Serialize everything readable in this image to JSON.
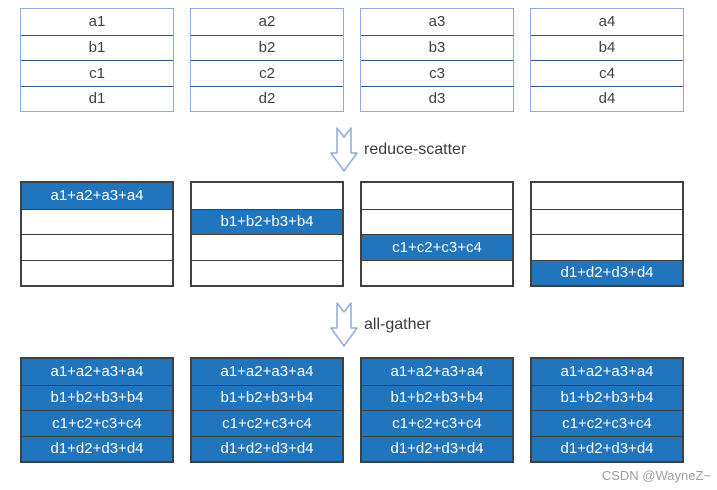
{
  "stages": {
    "initial": {
      "tables": [
        {
          "cells": [
            "a1",
            "b1",
            "c1",
            "d1"
          ]
        },
        {
          "cells": [
            "a2",
            "b2",
            "c2",
            "d2"
          ]
        },
        {
          "cells": [
            "a3",
            "b3",
            "c3",
            "d3"
          ]
        },
        {
          "cells": [
            "a4",
            "b4",
            "c4",
            "d4"
          ]
        }
      ]
    },
    "reduce_scatter": {
      "arrow_label": "reduce-scatter",
      "tables": [
        {
          "highlight_row": 0,
          "cells": [
            "a1+a2+a3+a4",
            "",
            "",
            ""
          ]
        },
        {
          "highlight_row": 1,
          "cells": [
            "",
            "b1+b2+b3+b4",
            "",
            ""
          ]
        },
        {
          "highlight_row": 2,
          "cells": [
            "",
            "",
            "c1+c2+c3+c4",
            ""
          ]
        },
        {
          "highlight_row": 3,
          "cells": [
            "",
            "",
            "",
            "d1+d2+d3+d4"
          ]
        }
      ]
    },
    "all_gather": {
      "arrow_label": "all-gather",
      "tables": [
        {
          "cells": [
            "a1+a2+a3+a4",
            "b1+b2+b3+b4",
            "c1+c2+c3+c4",
            "d1+d2+d3+d4"
          ]
        },
        {
          "cells": [
            "a1+a2+a3+a4",
            "b1+b2+b3+b4",
            "c1+c2+c3+c4",
            "d1+d2+d3+d4"
          ]
        },
        {
          "cells": [
            "a1+a2+a3+a4",
            "b1+b2+b3+b4",
            "c1+c2+c3+c4",
            "d1+d2+d3+d4"
          ]
        },
        {
          "cells": [
            "a1+a2+a3+a4",
            "b1+b2+b3+b4",
            "c1+c2+c3+c4",
            "d1+d2+d3+d4"
          ]
        }
      ]
    }
  },
  "watermark": "CSDN @WayneZ~",
  "colors": {
    "highlight_blue": "#2175BD",
    "light_border_outer": "#8FAADC",
    "light_border_inner": "#2F5597",
    "dark_border": "#404040",
    "text_dark": "#404040",
    "arrow_outline": "#8FAADC",
    "watermark_gray": "#9E9E9E"
  }
}
